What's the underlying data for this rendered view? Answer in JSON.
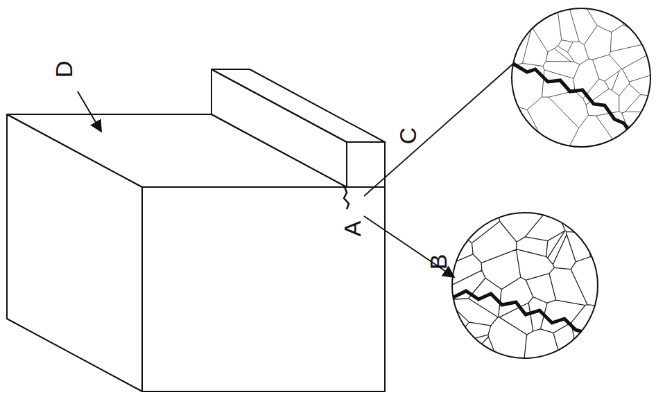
{
  "diagram": {
    "labels": [
      "D",
      "C",
      "A",
      "B"
    ]
  }
}
